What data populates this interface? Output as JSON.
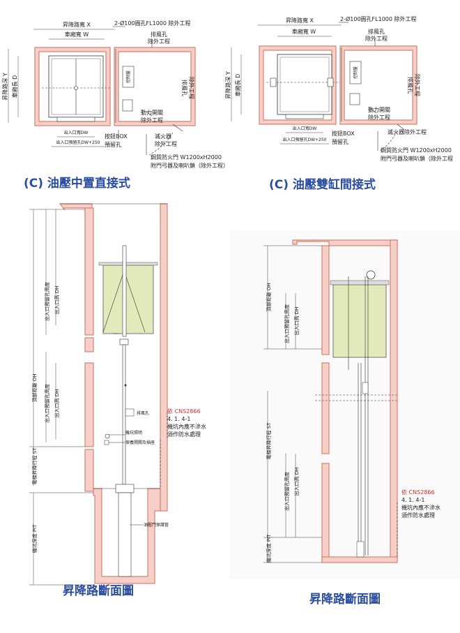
{
  "colors": {
    "wall_fill": "#f6cfc9",
    "wall_stroke": "#d9826f",
    "title": "#2a4da3",
    "car": "#e2eabb",
    "note_red": "#d8302e"
  },
  "plan": {
    "shaft_width_x": "昇降路寬 X",
    "shaft_depth_y": "昇降路深 Y",
    "car_width_w": "車廂寬 W",
    "car_depth_d": "車廂長 D",
    "hole": "2-Ø100圓孔FL1000 除外工程",
    "vent": "排風孔",
    "vent_excluded": "除外工程",
    "control_panel": "控制盤",
    "power_switch": "動力開關",
    "power_excluded": "除外工程",
    "extinguisher": "滅火器",
    "extinguisher_excluded": "除外工程",
    "extinguisher_inline": "滅火器除外工程",
    "door_width": "出入口寬DW",
    "door_hole": "出入口預留孔DW+250",
    "button_box": "按鈕BOX",
    "reserved_hole": "預留孔",
    "fire_door": "鋼質防火門 W1200xH2000",
    "door_accessories": "附門弓器及喇叭鎖（除外工程）",
    "door_accessories_cut": "附門弓器及喇叭鎖（除外工程"
  },
  "titles": {
    "left_plan": "(C) 油壓中置直接式",
    "right_plan": "(C) 油壓雙缸間接式",
    "left_section": "昇降路斷面圖",
    "right_section": "昇降路斷面圖"
  },
  "section": {
    "overhead_oh": "頂部距離 OH",
    "travel_st": "電梯昇降行程 ST",
    "pit_depth": "機坑深度 PIT",
    "door_hole_height": "出入口預留孔高度",
    "door_height_dh": "出入口高 DH",
    "cns": "依 CNS2866",
    "cns_clause": "4. 1. 4-1",
    "waterproof_1": "機坑內應不滲水",
    "waterproof_2": "須作防水處理",
    "vent_small": "排風孔",
    "pit_light": "機坑照明",
    "pit_socket": "保養開關及插座",
    "pipe": "油壓門保護管"
  }
}
